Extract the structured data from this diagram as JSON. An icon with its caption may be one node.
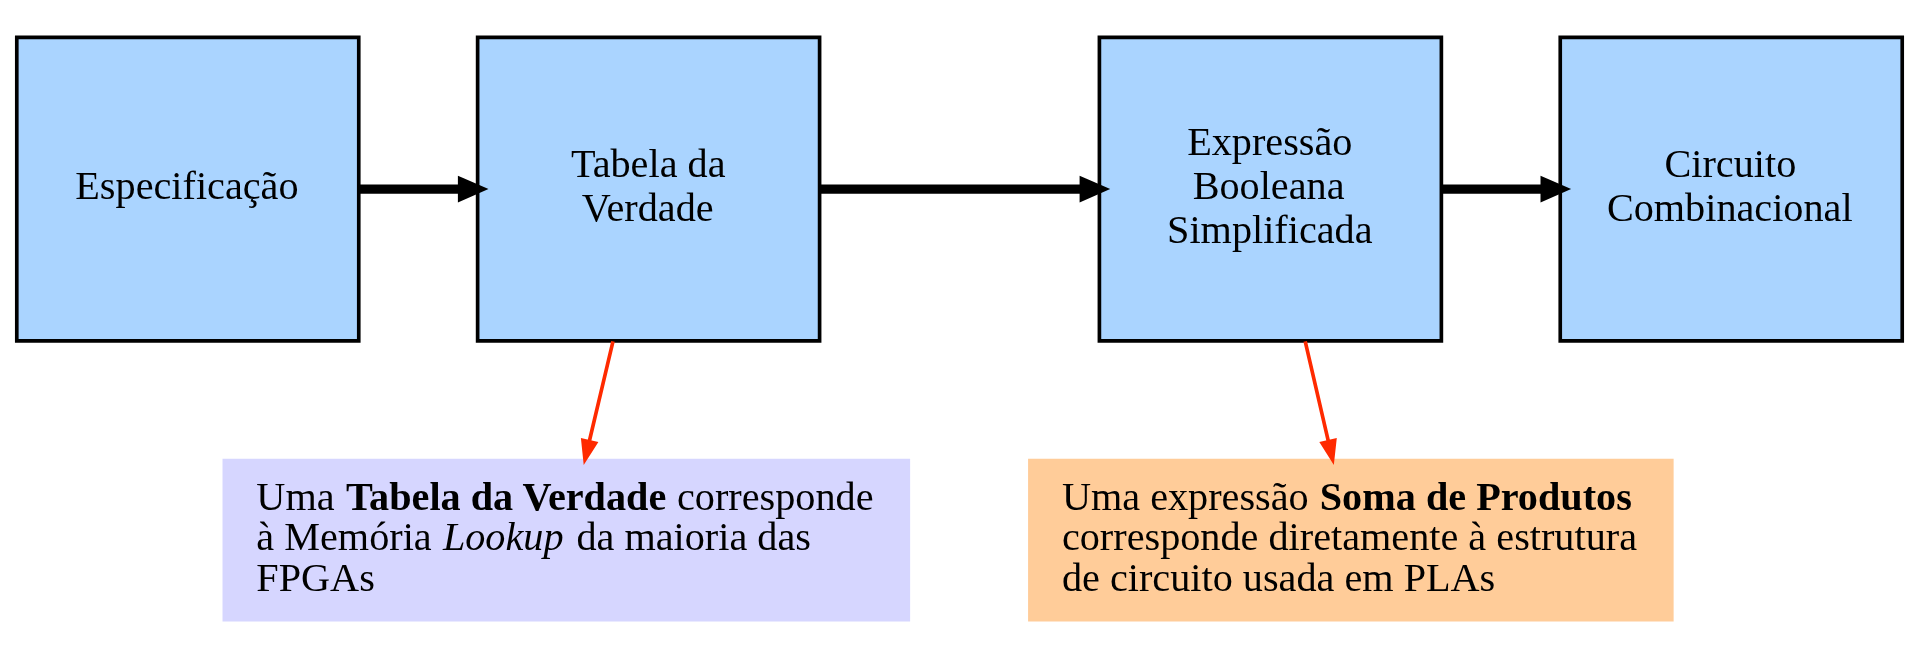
{
  "diagram": {
    "nodes": [
      {
        "text": [
          "Especificação"
        ]
      },
      {
        "text": [
          "Tabela da Verdade"
        ]
      },
      {
        "text": [
          "Expressão Booleana Simplificada"
        ]
      },
      {
        "text": [
          "Circuito Combinacional"
        ]
      },
      {
        "text": [
          "Uma **Tabela da Verdade** corresponde à Memória *Lookup* da maioria das FPGAs"
        ]
      },
      {
        "text": [
          "Uma expressão **Soma de Produtos** corresponde diretamente à estrutura de circuito usada em PLAs"
        ]
      }
    ],
    "edges": [
      {
        "from": 0,
        "to": 1,
        "arrow": "to"
      },
      {
        "from": 1,
        "to": 2,
        "arrow": "to"
      },
      {
        "from": 2,
        "to": 3,
        "arrow": "to"
      },
      {
        "from": 1,
        "to": 4,
        "arrow": "to",
        "color": "#ff2a00"
      },
      {
        "from": 2,
        "to": 5,
        "arrow": "to",
        "color": "#ff2a00"
      }
    ]
  }
}
